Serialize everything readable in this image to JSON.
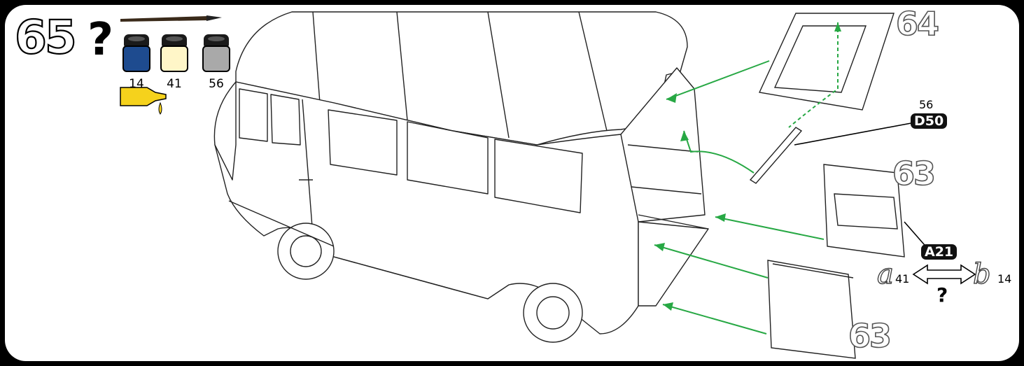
{
  "step": {
    "number": "65",
    "question_mark": "?"
  },
  "paints": [
    {
      "code": "14",
      "color": "#1e4b8f",
      "icon": "paint-jar-icon"
    },
    {
      "code": "41",
      "color": "#fff6c8",
      "icon": "paint-jar-icon"
    },
    {
      "code": "56",
      "color": "#a9a9a9",
      "icon": "paint-jar-icon"
    }
  ],
  "tools": {
    "brush_icon": "paintbrush-icon",
    "glue_icon": "glue-tube-icon",
    "glue_color": "#f5d21c"
  },
  "parts": {
    "part_64": "64",
    "part_63_top": "63",
    "part_63_bottom": "63",
    "d50": {
      "paint_code": "56",
      "label": "D50"
    },
    "a21": {
      "label": "A21"
    }
  },
  "option": {
    "a_label": "a",
    "a_paint": "41",
    "b_label": "b",
    "b_paint": "14",
    "question": "?"
  },
  "arrow_color": "#27a844"
}
